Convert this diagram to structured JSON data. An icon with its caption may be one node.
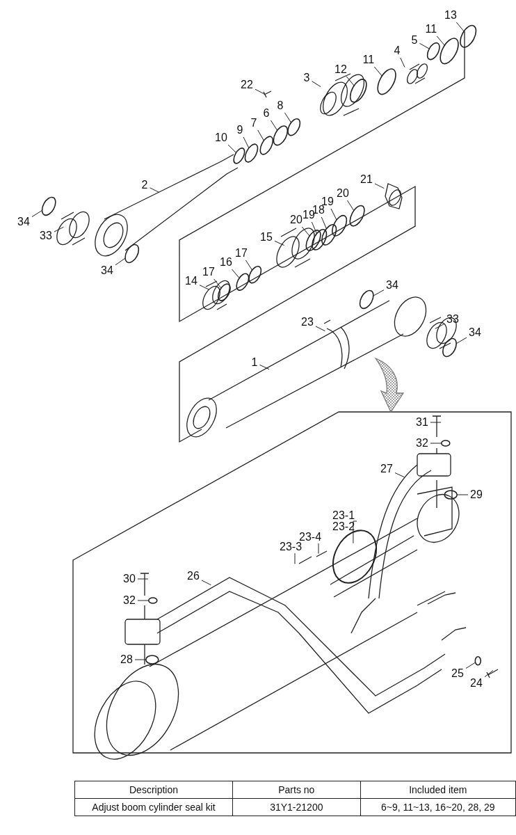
{
  "diagram": {
    "nodes": [
      {
        "text": [
          "13"
        ]
      },
      {
        "text": [
          "11"
        ]
      },
      {
        "text": [
          "5"
        ]
      },
      {
        "text": [
          "4"
        ]
      },
      {
        "text": [
          "11"
        ]
      },
      {
        "text": [
          "12"
        ]
      },
      {
        "text": [
          "3"
        ]
      },
      {
        "text": [
          "22"
        ]
      },
      {
        "text": [
          "8"
        ]
      },
      {
        "text": [
          "6"
        ]
      },
      {
        "text": [
          "7"
        ]
      },
      {
        "text": [
          "9"
        ]
      },
      {
        "text": [
          "10"
        ]
      },
      {
        "text": [
          "21"
        ]
      },
      {
        "text": [
          "2"
        ]
      },
      {
        "text": [
          "20"
        ]
      },
      {
        "text": [
          "19"
        ]
      },
      {
        "text": [
          "18"
        ]
      },
      {
        "text": [
          "19"
        ]
      },
      {
        "text": [
          "20"
        ]
      },
      {
        "text": [
          "34"
        ]
      },
      {
        "text": [
          "33"
        ]
      },
      {
        "text": [
          "15"
        ]
      },
      {
        "text": [
          "17"
        ]
      },
      {
        "text": [
          "34"
        ]
      },
      {
        "text": [
          "16"
        ]
      },
      {
        "text": [
          "17"
        ]
      },
      {
        "text": [
          "14"
        ]
      },
      {
        "text": [
          "34"
        ]
      },
      {
        "text": [
          "33"
        ]
      },
      {
        "text": [
          "23"
        ]
      },
      {
        "text": [
          "34"
        ]
      },
      {
        "text": [
          "1"
        ]
      },
      {
        "text": [
          "31"
        ]
      },
      {
        "text": [
          "32"
        ]
      },
      {
        "text": [
          "27"
        ]
      },
      {
        "text": [
          "29"
        ]
      },
      {
        "text": [
          "23-1",
          "23-2"
        ]
      },
      {
        "text": [
          "23-4"
        ]
      },
      {
        "text": [
          "23-3"
        ]
      },
      {
        "text": [
          "26"
        ]
      },
      {
        "text": [
          "30"
        ]
      },
      {
        "text": [
          "32"
        ]
      },
      {
        "text": [
          "28"
        ]
      },
      {
        "text": [
          "25"
        ]
      },
      {
        "text": [
          "24"
        ]
      },
      {
        "text": [],
        "shape": "circle"
      },
      {
        "text": [],
        "shape": "circle"
      },
      {
        "text": [],
        "shape": "circle"
      },
      {
        "text": [],
        "shape": "circle"
      },
      {
        "text": [],
        "shape": "circle"
      },
      {
        "text": [],
        "shape": "circle"
      },
      {
        "text": [],
        "shape": "circle"
      },
      {
        "text": [],
        "shape": "circle"
      },
      {
        "text": [],
        "shape": "circle"
      },
      {
        "text": [],
        "shape": "circle"
      },
      {
        "text": [],
        "shape": "circle"
      },
      {
        "text": [],
        "shape": "circle"
      },
      {
        "text": [],
        "shape": "circle"
      },
      {
        "text": [],
        "shape": "circle"
      },
      {
        "text": [],
        "shape": "circle"
      },
      {
        "text": [],
        "shape": "circle"
      },
      {
        "text": [],
        "shape": "circle"
      },
      {
        "text": [],
        "shape": "circle"
      },
      {
        "text": [],
        "shape": "circle"
      },
      {
        "text": [],
        "shape": "circle"
      },
      {
        "text": [],
        "shape": "circle"
      },
      {
        "text": [],
        "shape": "circle"
      },
      {
        "text": [],
        "shape": "circle"
      },
      {
        "text": [],
        "shape": "circle"
      },
      {
        "text": [],
        "shape": "circle"
      },
      {
        "text": [],
        "shape": "circle"
      },
      {
        "text": [],
        "shape": "circle"
      }
    ],
    "edges": [
      {
        "from": 0,
        "to": 46,
        "arrow": "none"
      },
      {
        "from": 1,
        "to": 47,
        "arrow": "none"
      },
      {
        "from": 2,
        "to": 48,
        "arrow": "none"
      },
      {
        "from": 3,
        "to": null,
        "arrow": "none"
      },
      {
        "from": 4,
        "to": 49,
        "arrow": "none"
      },
      {
        "from": 5,
        "to": 50,
        "arrow": "none"
      },
      {
        "from": 6,
        "to": null,
        "arrow": "none"
      },
      {
        "from": 7,
        "to": null,
        "arrow": "none"
      },
      {
        "from": 8,
        "to": 51,
        "arrow": "none"
      },
      {
        "from": 9,
        "to": 52,
        "arrow": "none"
      },
      {
        "from": 10,
        "to": 53,
        "arrow": "none"
      },
      {
        "from": 11,
        "to": 54,
        "arrow": "none"
      },
      {
        "from": 12,
        "to": 55,
        "arrow": "none"
      },
      {
        "from": 13,
        "to": null,
        "arrow": "none"
      },
      {
        "from": 14,
        "to": null,
        "arrow": "none"
      },
      {
        "from": 15,
        "to": 56,
        "arrow": "none"
      },
      {
        "from": 16,
        "to": 57,
        "arrow": "none"
      },
      {
        "from": 17,
        "to": 58,
        "arrow": "none"
      },
      {
        "from": 18,
        "to": 59,
        "arrow": "none"
      },
      {
        "from": 19,
        "to": 60,
        "arrow": "none"
      },
      {
        "from": 20,
        "to": 61,
        "arrow": "none"
      },
      {
        "from": 21,
        "to": null,
        "arrow": "none"
      },
      {
        "from": 22,
        "to": null,
        "arrow": "none"
      },
      {
        "from": 23,
        "to": 62,
        "arrow": "none"
      },
      {
        "from": 24,
        "to": 63,
        "arrow": "none"
      },
      {
        "from": 25,
        "to": 64,
        "arrow": "none"
      },
      {
        "from": 26,
        "to": 65,
        "arrow": "none"
      },
      {
        "from": 27,
        "to": null,
        "arrow": "none"
      },
      {
        "from": 28,
        "to": 66,
        "arrow": "none"
      },
      {
        "from": 29,
        "to": null,
        "arrow": "none"
      },
      {
        "from": 30,
        "to": null,
        "arrow": "none"
      },
      {
        "from": 31,
        "to": 67,
        "arrow": "none"
      },
      {
        "from": 32,
        "to": null,
        "arrow": "none"
      },
      {
        "from": 33,
        "to": null,
        "arrow": "none"
      },
      {
        "from": 34,
        "to": 68,
        "arrow": "none"
      },
      {
        "from": 35,
        "to": null,
        "arrow": "none"
      },
      {
        "from": 36,
        "to": 69,
        "arrow": "none"
      },
      {
        "from": 37,
        "to": null,
        "arrow": "none"
      },
      {
        "from": 38,
        "to": null,
        "arrow": "none"
      },
      {
        "from": 39,
        "to": null,
        "arrow": "none"
      },
      {
        "from": 40,
        "to": null,
        "arrow": "none"
      },
      {
        "from": 41,
        "to": null,
        "arrow": "none"
      },
      {
        "from": 42,
        "to": 70,
        "arrow": "none"
      },
      {
        "from": 43,
        "to": 71,
        "arrow": "none"
      },
      {
        "from": 44,
        "to": 72,
        "arrow": "none"
      },
      {
        "from": 45,
        "to": null,
        "arrow": "none"
      }
    ],
    "labels": [
      "Description",
      "Parts no",
      "Included item",
      "Adjust boom cylinder seal kit",
      "31Y1-21200",
      "6~9, 11~13, 16~20, 28, 29"
    ]
  }
}
